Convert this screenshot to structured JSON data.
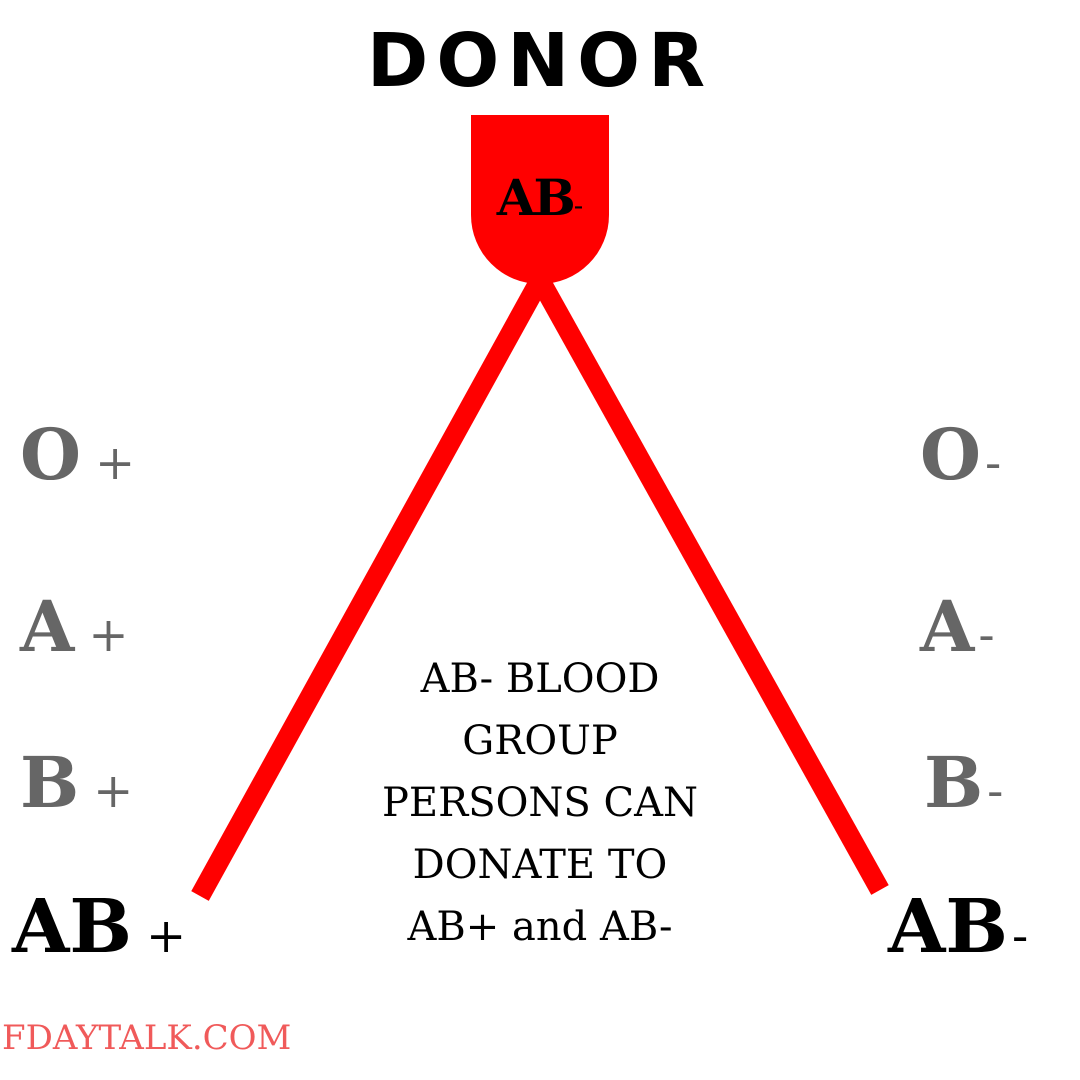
{
  "title": "DONOR",
  "donor": {
    "group": "AB",
    "sign": "-",
    "color": "#ff0000"
  },
  "recipients_left": [
    {
      "group": "O",
      "sign": "+"
    },
    {
      "group": "A",
      "sign": "+"
    },
    {
      "group": "B",
      "sign": "+"
    },
    {
      "group": "AB",
      "sign": "+"
    }
  ],
  "recipients_right": [
    {
      "group": "O",
      "sign": "-"
    },
    {
      "group": "A",
      "sign": "-"
    },
    {
      "group": "B",
      "sign": "-"
    },
    {
      "group": "AB",
      "sign": "-"
    }
  ],
  "caption": {
    "lines": [
      "AB- BLOOD",
      "GROUP",
      "PERSONS CAN",
      "DONATE TO",
      "AB+ and AB-"
    ]
  },
  "footer": "FDAYTALK.COM",
  "colors": {
    "arrow": "#ff0000",
    "muted_group": "#666666",
    "target_group": "#000000",
    "footer": "#f05a5a"
  }
}
